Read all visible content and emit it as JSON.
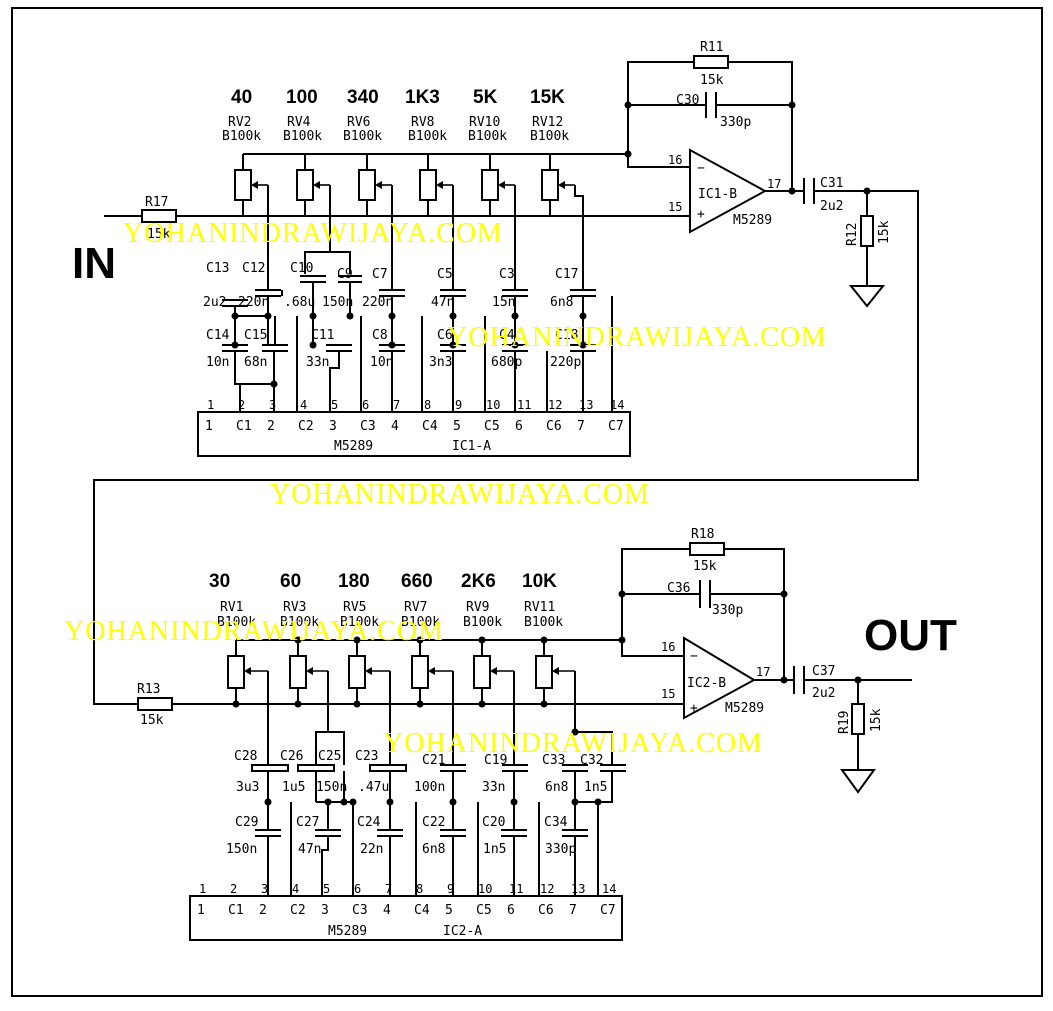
{
  "labels": {
    "input": "IN",
    "output": "OUT"
  },
  "watermark": "YOHANINDRAWIJAYA.COM",
  "stage1": {
    "bands": [
      {
        "freq": "40",
        "pot": "RV2",
        "val": "B100k"
      },
      {
        "freq": "100",
        "pot": "RV4",
        "val": "B100k"
      },
      {
        "freq": "340",
        "pot": "RV6",
        "val": "B100k"
      },
      {
        "freq": "1K3",
        "pot": "RV8",
        "val": "B100k"
      },
      {
        "freq": "5K",
        "pot": "RV10",
        "val": "B100k"
      },
      {
        "freq": "15K",
        "pot": "RV12",
        "val": "B100k"
      }
    ],
    "caps_upper": [
      {
        "name": "C13",
        "val": "2u2"
      },
      {
        "name": "C12",
        "val": "220n"
      },
      {
        "name": "C10",
        "val": ".68u"
      },
      {
        "name": "C9",
        "val": "150n"
      },
      {
        "name": "C7",
        "val": "220n"
      },
      {
        "name": "C5",
        "val": "47n"
      },
      {
        "name": "C3",
        "val": "15n"
      },
      {
        "name": "C17",
        "val": "6n8"
      }
    ],
    "caps_lower": [
      {
        "name": "C14",
        "val": "10n"
      },
      {
        "name": "C15",
        "val": "68n"
      },
      {
        "name": "C11",
        "val": "33n"
      },
      {
        "name": "C8",
        "val": "10n"
      },
      {
        "name": "C6",
        "val": "3n3"
      },
      {
        "name": "C4",
        "val": "680p"
      },
      {
        "name": "C18",
        "val": "220p"
      }
    ],
    "input_resistor": {
      "name": "R17",
      "val": "15k"
    },
    "feedback_resistor": {
      "name": "R11",
      "val": "15k"
    },
    "feedback_cap": {
      "name": "C30",
      "val": "330p"
    },
    "opamp": {
      "name": "IC1-B",
      "part": "M5289",
      "pin_inv": "16",
      "pin_noninv": "15",
      "pin_out": "17"
    },
    "coupling_cap": {
      "name": "C31",
      "val": "2u2"
    },
    "load_resistor": {
      "name": "R12",
      "val": "15k"
    },
    "chip": {
      "name": "IC1-A",
      "part": "M5289"
    }
  },
  "stage2": {
    "bands": [
      {
        "freq": "30",
        "pot": "RV1",
        "val": "B100k"
      },
      {
        "freq": "60",
        "pot": "RV3",
        "val": "B100k"
      },
      {
        "freq": "180",
        "pot": "RV5",
        "val": "B100k"
      },
      {
        "freq": "660",
        "pot": "RV7",
        "val": "B100k"
      },
      {
        "freq": "2K6",
        "pot": "RV9",
        "val": "B100k"
      },
      {
        "freq": "10K",
        "pot": "RV11",
        "val": "B100k"
      }
    ],
    "caps_upper": [
      {
        "name": "C28",
        "val": "3u3"
      },
      {
        "name": "C26",
        "val": "1u5"
      },
      {
        "name": "C25",
        "val": "150n"
      },
      {
        "name": "C23",
        "val": ".47u"
      },
      {
        "name": "C21",
        "val": "100n"
      },
      {
        "name": "C19",
        "val": "33n"
      },
      {
        "name": "C33",
        "val": "6n8"
      },
      {
        "name": "C32",
        "val": "1n5"
      }
    ],
    "caps_lower": [
      {
        "name": "C29",
        "val": "150n"
      },
      {
        "name": "C27",
        "val": "47n"
      },
      {
        "name": "C24",
        "val": "22n"
      },
      {
        "name": "C22",
        "val": "6n8"
      },
      {
        "name": "C20",
        "val": "1n5"
      },
      {
        "name": "C34",
        "val": "330p"
      }
    ],
    "input_resistor": {
      "name": "R13",
      "val": "15k"
    },
    "feedback_resistor": {
      "name": "R18",
      "val": "15k"
    },
    "feedback_cap": {
      "name": "C36",
      "val": "330p"
    },
    "opamp": {
      "name": "IC2-B",
      "part": "M5289",
      "pin_inv": "16",
      "pin_noninv": "15",
      "pin_out": "17"
    },
    "coupling_cap": {
      "name": "C37",
      "val": "2u2"
    },
    "load_resistor": {
      "name": "R19",
      "val": "15k"
    },
    "chip": {
      "name": "IC2-A",
      "part": "M5289"
    }
  },
  "chip_pin_numbers": [
    "1",
    "2",
    "3",
    "4",
    "5",
    "6",
    "7",
    "8",
    "9",
    "10",
    "11",
    "12",
    "13",
    "14"
  ],
  "chip_pin_names": [
    "1",
    "C1",
    "2",
    "C2",
    "3",
    "C3",
    "4",
    "C4",
    "5",
    "C5",
    "6",
    "C6",
    "7",
    "C7"
  ]
}
